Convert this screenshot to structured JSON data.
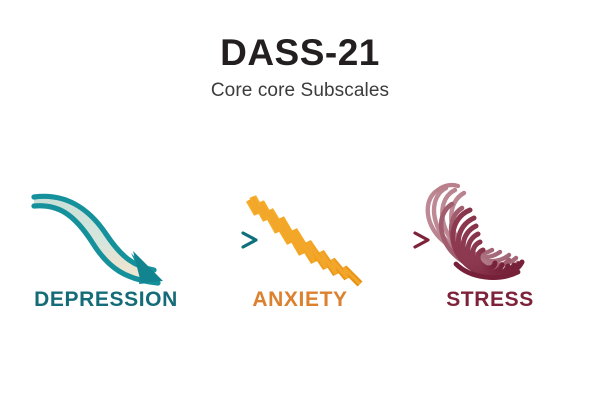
{
  "header": {
    "title": "DASS-21",
    "subtitle": "Core core Subscales"
  },
  "colors": {
    "title": "#231f20",
    "subtitle": "#3c3c3c",
    "depression": "#156b77",
    "depression_fill_top": "#cfe3da",
    "depression_fill_bottom": "#efe6cf",
    "anxiety": "#dc812f",
    "anxiety_bolt_light": "#f5a623",
    "anxiety_bolt_dark": "#e08a1e",
    "stress": "#7d2239",
    "stress_coil_light": "#b3717f",
    "stress_coil_dark": "#7d2239",
    "arrow_one_start": "#1f9aa5",
    "arrow_one_end": "#14707c",
    "arrow_two_start": "#e8c382",
    "arrow_two_end": "#7d2239",
    "background": "#ffffff"
  },
  "diagram": {
    "type": "progression-flow",
    "steps": [
      {
        "key": "depression",
        "label": "DEPRESSION",
        "icon": "downward-curve-arrow-icon",
        "color": "#156b77"
      },
      {
        "key": "anxiety",
        "label": "ANXIETY",
        "icon": "lightning-bolt-icon",
        "color": "#dc812f"
      },
      {
        "key": "stress",
        "label": "STRESS",
        "icon": "compressed-spring-coil-icon",
        "color": "#7d2239"
      }
    ],
    "connectors": [
      {
        "key": "depression-to-anxiety",
        "icon": "right-arrow-icon"
      },
      {
        "key": "anxiety-to-stress",
        "icon": "right-arrow-icon"
      }
    ]
  }
}
